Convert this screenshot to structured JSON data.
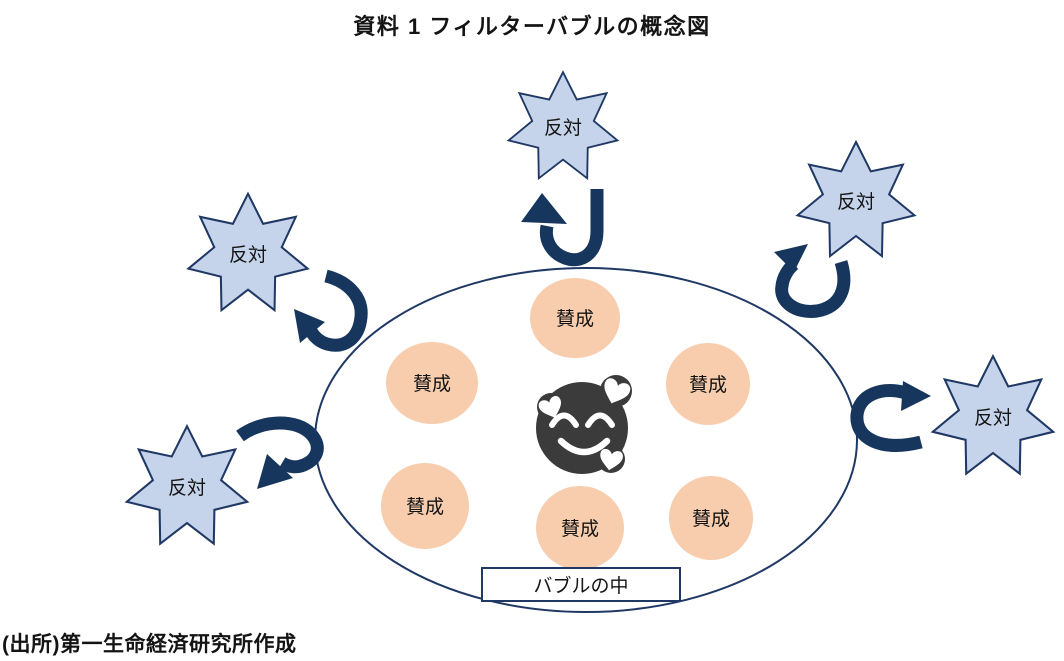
{
  "title": "資料 1 フィルターバブルの概念図",
  "source": "(出所)第一生命経済研究所作成",
  "bubble": {
    "label": "バブルの中",
    "agree_items": [
      {
        "label": "賛成"
      },
      {
        "label": "賛成"
      },
      {
        "label": "賛成"
      },
      {
        "label": "賛成"
      },
      {
        "label": "賛成"
      },
      {
        "label": "賛成"
      }
    ],
    "center_icon": "smiling-face-with-hearts-emoji"
  },
  "outside": {
    "oppose_items": [
      {
        "label": "反対"
      },
      {
        "label": "反対"
      },
      {
        "label": "反対"
      },
      {
        "label": "反対"
      },
      {
        "label": "反対"
      }
    ]
  },
  "colors": {
    "agree_fill": "#f7cdae",
    "oppose_fill": "#c6d4eb",
    "outline_navy": "#1f3864",
    "arrow_navy": "#17365d",
    "emoji_dark": "#3b3b3b"
  }
}
